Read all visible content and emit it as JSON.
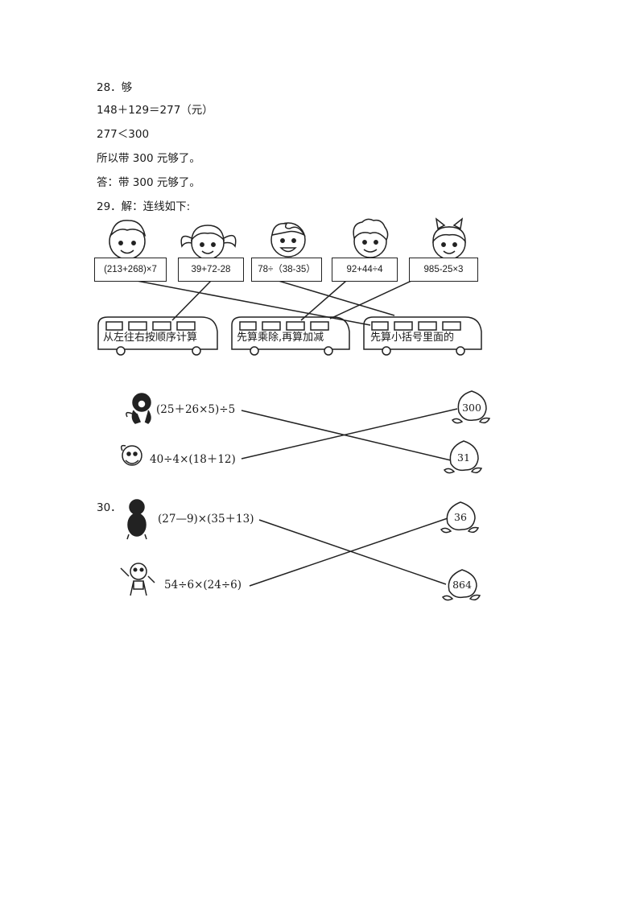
{
  "q28": {
    "number": "28．够",
    "line1": "148＋129＝277（元）",
    "line2": "277＜300",
    "line3": "所以带 300 元够了。",
    "answer": "答：带 300 元够了。"
  },
  "q29": {
    "header": "29．解：连线如下:",
    "kids": [
      {
        "expr": "(213+268)×7"
      },
      {
        "expr": "39+72-28"
      },
      {
        "expr": "78÷（38-35）"
      },
      {
        "expr": "92+44÷4"
      },
      {
        "expr": "985-25×3"
      }
    ],
    "buses": [
      {
        "label": "从左往右按顺序计算"
      },
      {
        "label": "先算乘除,再算加减"
      },
      {
        "label": "先算小括号里面的"
      }
    ],
    "match_a": {
      "left": [
        "(25＋26×5)÷5",
        "40÷4×(18＋12)"
      ],
      "right": [
        "300",
        "31"
      ]
    }
  },
  "q30": {
    "number": "30．",
    "left": [
      "(27—9)×(35＋13)",
      "54÷6×(24÷6)"
    ],
    "right": [
      "36",
      "864"
    ]
  }
}
